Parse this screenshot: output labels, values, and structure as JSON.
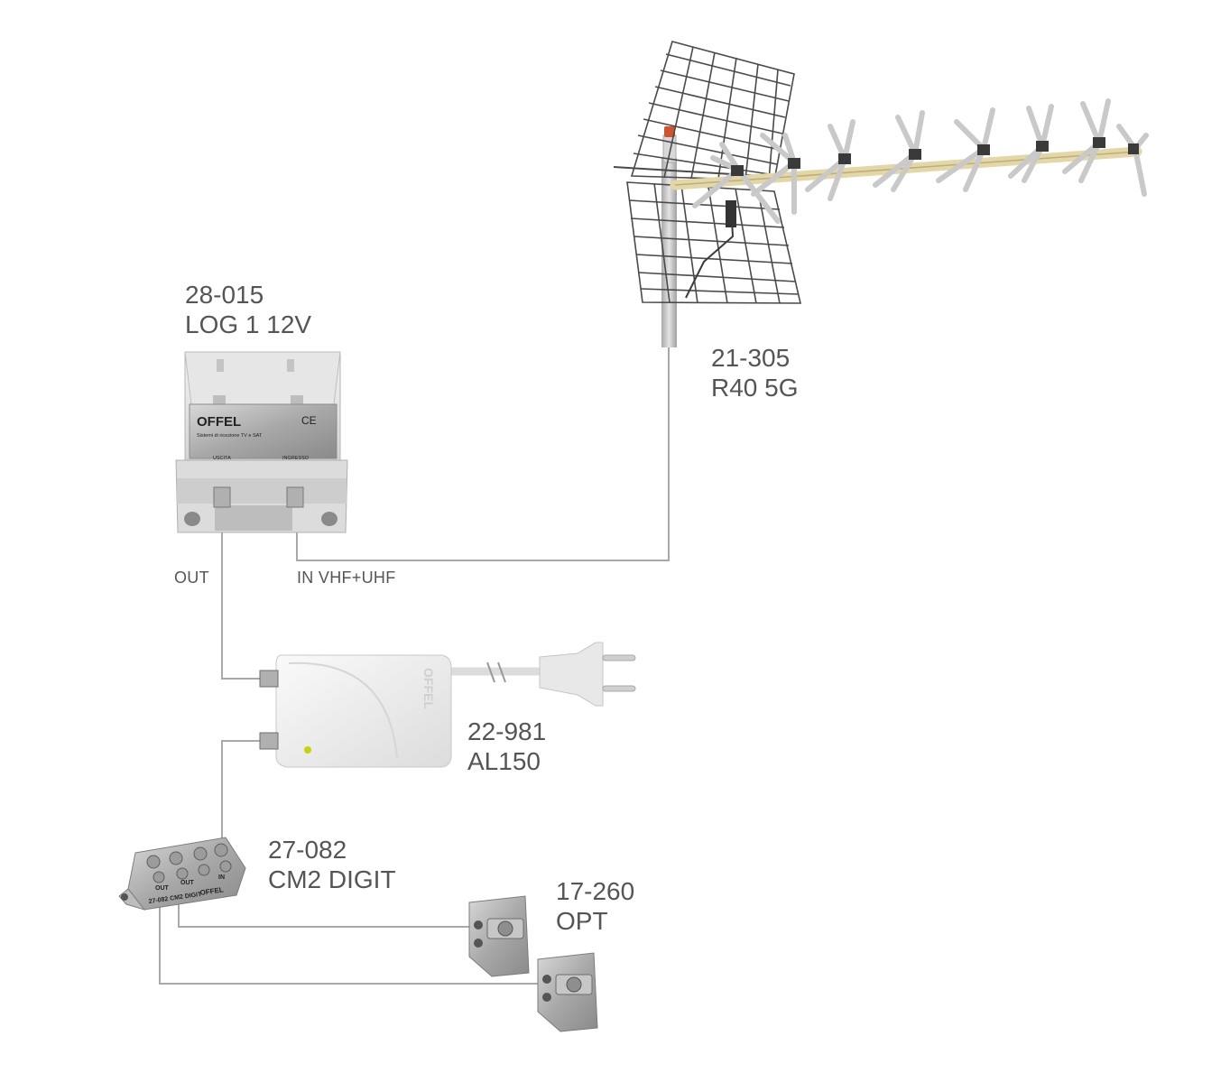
{
  "colors": {
    "cable": "#a9a9a9",
    "device_light": "#eeeeee",
    "device_mid": "#d2d2d2",
    "device_dark": "#9a9a9a",
    "antenna_boom": "#e3d7a8",
    "antenna_element": "#c9c9c9",
    "antenna_grid": "#4a4a4a",
    "mast": "#c8c8c8",
    "label_text": "#555555",
    "led": "#c8d400"
  },
  "devices": {
    "antenna": {
      "code": "21-305",
      "name": "R40 5G",
      "icon": "uhf-yagi-antenna-icon"
    },
    "amplifier": {
      "code": "28-015",
      "name": "LOG 1 12V",
      "icon": "mast-amplifier-icon",
      "brand": "OFFEL",
      "subtitle": "Sistemi di ricezione TV e SAT",
      "port_out_print": "USCITA",
      "port_in_print": "INGRESSO",
      "mark": "CE"
    },
    "power_supply": {
      "code": "22-981",
      "name": "AL150",
      "icon": "power-supply-icon",
      "brand": "OFFEL"
    },
    "splitter": {
      "code": "27-082",
      "name": "CM2 DIGIT",
      "icon": "splitter-icon",
      "brand": "OFFEL",
      "print_out1": "OUT",
      "print_out2": "OUT",
      "print_in": "IN",
      "print_model": "27-082 CM2 DIGIT"
    },
    "outlet": {
      "code": "17-260",
      "name": "OPT",
      "icon": "tv-outlet-icon"
    }
  },
  "ports": {
    "out": "OUT",
    "in": "IN VHF+UHF"
  }
}
